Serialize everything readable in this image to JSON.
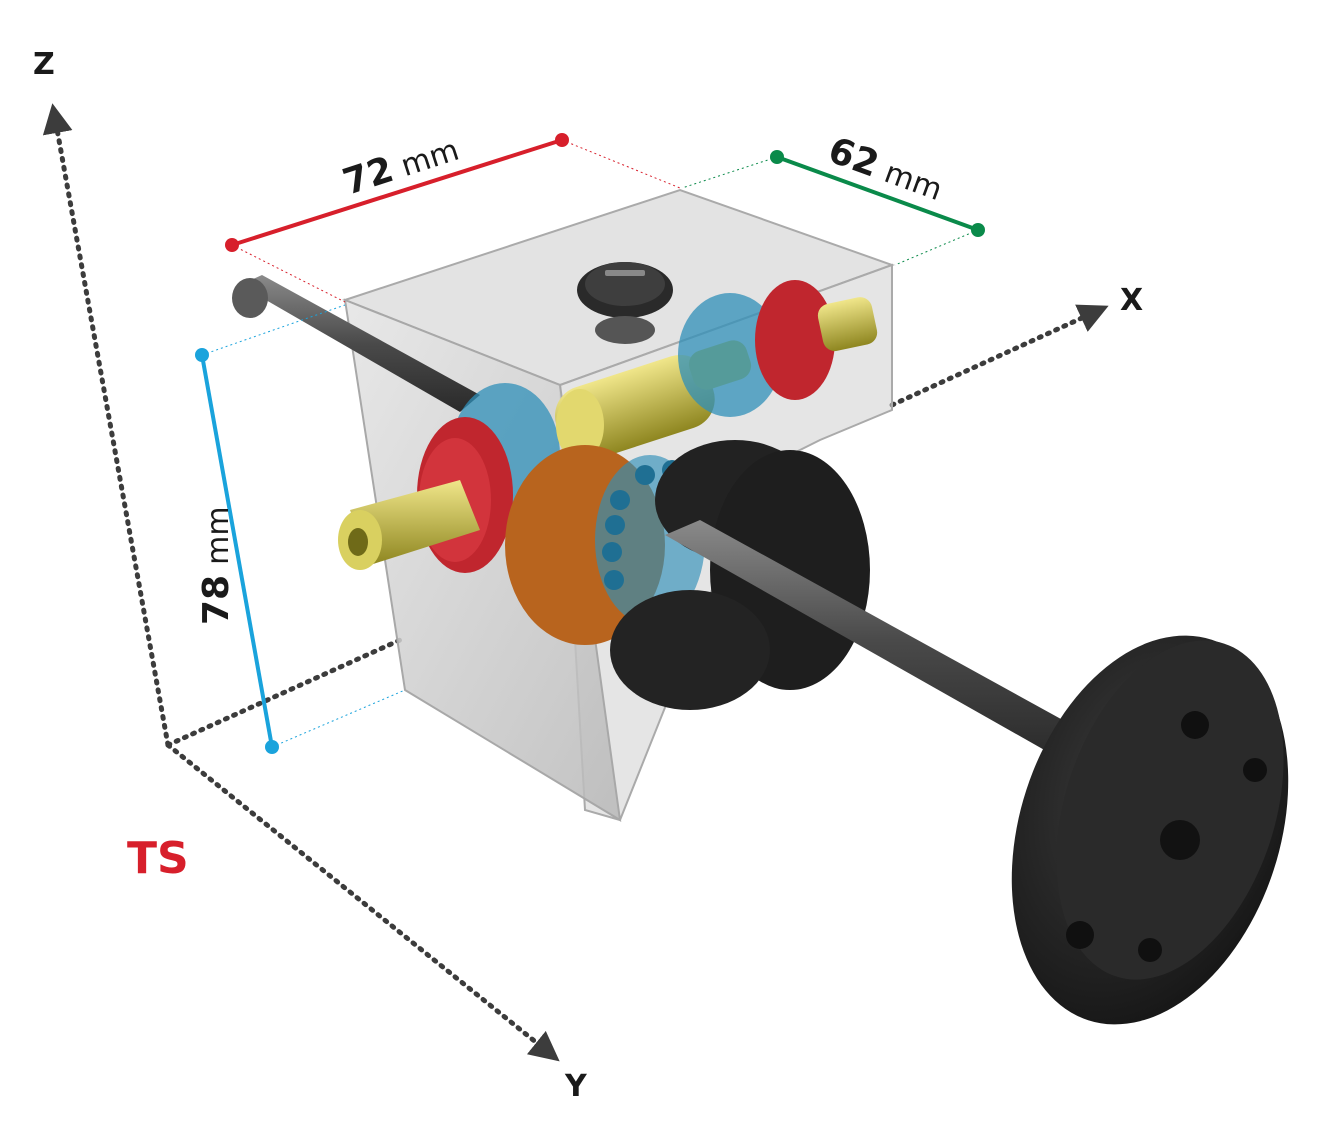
{
  "axes": {
    "z": "Z",
    "x": "X",
    "y": "Y"
  },
  "dimensions": {
    "length": {
      "value": "72",
      "unit": "mm",
      "color": "#d71f2b"
    },
    "width": {
      "value": "62",
      "unit": "mm",
      "color": "#0a8a4a"
    },
    "height": {
      "value": "78",
      "unit": "mm",
      "color": "#1aa3dc"
    }
  },
  "brand": {
    "label": "TS",
    "color": "#d71f2b"
  },
  "colors": {
    "axis": "#3c3c3c",
    "housing": "#c9c9c9",
    "shaft": "#5a5a5a",
    "worm_gear": "#c8c040",
    "bearing_red": "#c0262e",
    "bearing_blue": "#2f8fb8",
    "wheel_bronze": "#b8641e",
    "flange": "#1e1e1e"
  }
}
